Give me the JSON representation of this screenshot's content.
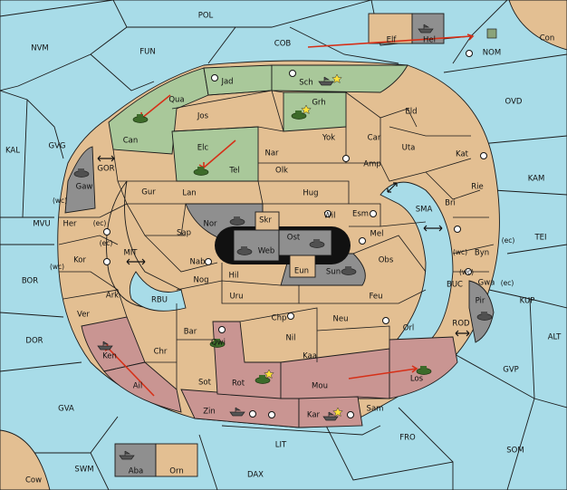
{
  "colors": {
    "sea": "#a8dce8",
    "land": "#e3bf92",
    "green_power": "#a9c89a",
    "red_power": "#c99592",
    "gray_power": "#8f8f8f",
    "order_arrow": "#d63018"
  },
  "icons": {
    "tank": "tank-icon",
    "ship": "ship-icon",
    "supply_center": "supply-center-icon",
    "star": "star-icon"
  },
  "labels": {
    "POL": "POL",
    "NVM": "NVM",
    "FUN": "FUN",
    "COB": "COB",
    "Con": "Con",
    "NOM": "NOM",
    "KAL": "KAL",
    "GVG": "GVG",
    "OVD": "OVD",
    "KAM": "KAM",
    "TEI": "TEI",
    "MVU": "MVU",
    "BOR": "BOR",
    "DOR": "DOR",
    "GVA": "GVA",
    "SWM": "SWM",
    "Cow": "Cow",
    "DAX": "DAX",
    "LIT": "LIT",
    "FRO": "FRO",
    "SOM": "SOM",
    "GVP": "GVP",
    "ALT": "ALT",
    "KUP": "KUP",
    "MIT": "MIT",
    "RBU": "RBU",
    "GOR": "GOR",
    "SMA": "SMA",
    "BUC": "BUC",
    "ROD": "ROD",
    "Elf": "Elf",
    "Hel": "Hel",
    "Jad": "Jad",
    "Sch": "Sch",
    "Qua": "Qua",
    "Jos": "Jos",
    "Grh": "Grh",
    "Eld": "Eld",
    "Can": "Can",
    "Elc": "Elc",
    "Nar": "Nar",
    "Yok": "Yok",
    "Car": "Car",
    "Uta": "Uta",
    "Kat": "Kat",
    "Tel": "Tel",
    "Olk": "Olk",
    "Amp": "Amp",
    "Gaw": "Gaw",
    "Gur": "Gur",
    "Lan": "Lan",
    "Hug": "Hug",
    "Rie": "Rie",
    "Bri": "Bri",
    "Nor": "Nor",
    "Skr": "Skr",
    "Wil": "Wil",
    "Esm": "Esm",
    "Her": "Her",
    "Sap": "Sap",
    "Ost": "Ost",
    "Web": "Web",
    "Mel": "Mel",
    "Byn": "Byn",
    "Kor": "Kor",
    "Nab": "Nab",
    "Eun": "Eun",
    "Sun": "Sun",
    "Obs": "Obs",
    "Gwa": "Gwa",
    "Hil": "Hil",
    "Nog": "Nog",
    "Ark": "Ark",
    "Uru": "Uru",
    "Feu": "Feu",
    "Pir": "Pir",
    "Ver": "Ver",
    "Chp": "Chp",
    "Neu": "Neu",
    "Bar": "Bar",
    "Orl": "Orl",
    "Qwi": "Qwi",
    "Nil": "Nil",
    "Ken": "Ken",
    "Chr": "Chr",
    "Kaa": "Kaa",
    "Los": "Los",
    "Rot": "Rot",
    "Sot": "Sot",
    "Mou": "Mou",
    "Ail": "Ail",
    "Zin": "Zin",
    "Kar": "Kar",
    "Sam": "Sam",
    "Aba": "Aba",
    "Orn": "Orn",
    "wc": "(wc)",
    "ec": "(ec)"
  }
}
